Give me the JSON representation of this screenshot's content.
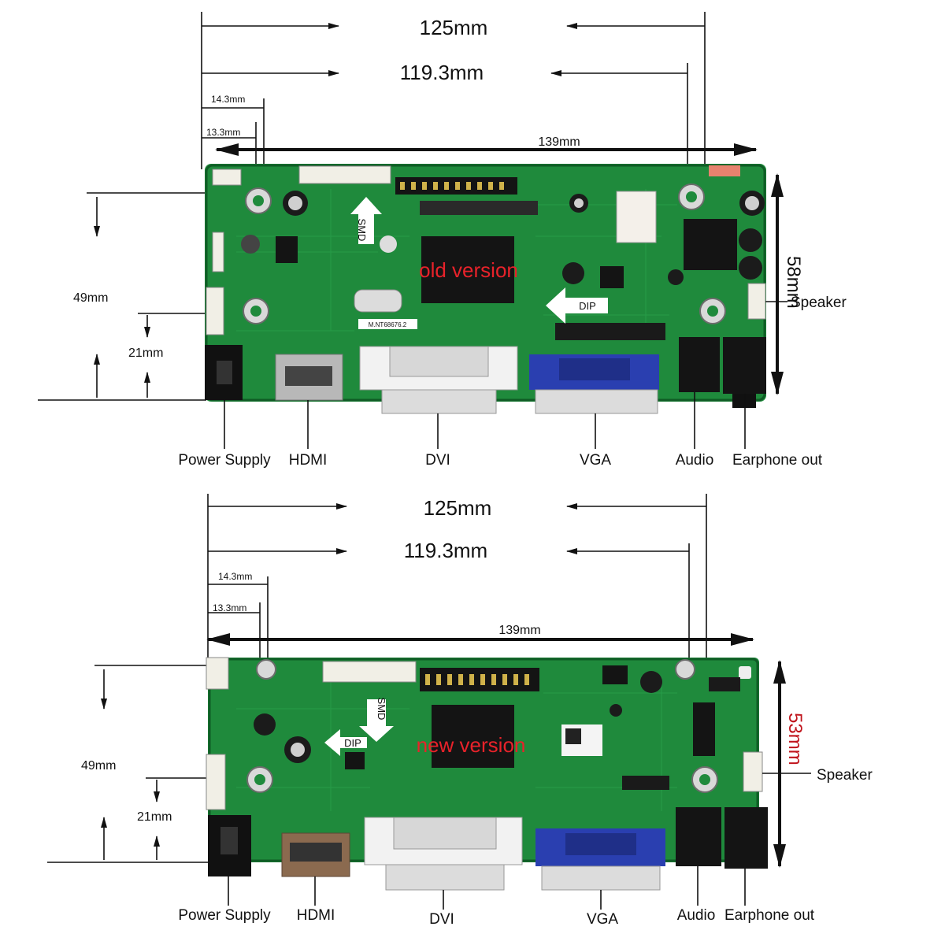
{
  "old_board": {
    "dim_125": "125mm",
    "dim_119": "119.3mm",
    "dim_14": "14.3mm",
    "dim_13": "13.3mm",
    "dim_139": "139mm",
    "height": "58mm",
    "dim_49": "49mm",
    "dim_21": "21mm",
    "version_label": "old version",
    "smd_label": "SMD",
    "dip_label": "DIP",
    "model_text": "M.NT68676.2",
    "ports": {
      "power": "Power Supply",
      "hdmi": "HDMI",
      "dvi": "DVI",
      "vga": "VGA",
      "audio": "Audio",
      "earphone": "Earphone out",
      "speaker": "Speaker"
    }
  },
  "new_board": {
    "dim_125": "125mm",
    "dim_119": "119.3mm",
    "dim_14": "14.3mm",
    "dim_13": "13.3mm",
    "dim_139": "139mm",
    "height": "53mm",
    "dim_49": "49mm",
    "dim_21": "21mm",
    "version_label": "new version",
    "smd_label": "SMD",
    "dip_label": "DIP",
    "ports": {
      "power": "Power Supply",
      "hdmi": "HDMI",
      "dvi": "DVI",
      "vga": "VGA",
      "audio": "Audio",
      "earphone": "Earphone out",
      "speaker": "Speaker"
    }
  },
  "colors": {
    "pcb": "#1f8a3c",
    "pcb_dark": "#15652b",
    "chip": "#141414",
    "vga_blue": "#2a3fb0",
    "accent_red": "#e8222a",
    "arrow_white": "#ffffff"
  }
}
